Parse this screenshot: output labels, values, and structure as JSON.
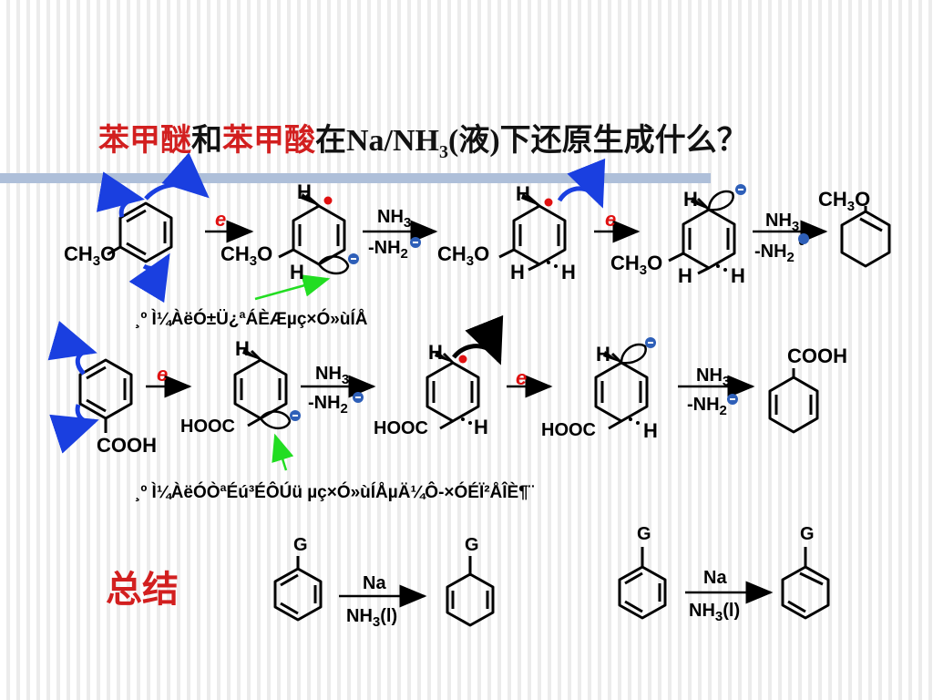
{
  "title": {
    "part1": "苯甲醚",
    "part2": "和",
    "part3": "苯甲酸",
    "part4": "在Na/NH",
    "part4_sub": "3",
    "part5": "(液)下还原生成什么？"
  },
  "labels": {
    "electron": "e",
    "h": "H",
    "ch3o": "CH",
    "ch3o_sub": "3",
    "ch3o_tail": "O",
    "nh3": "NH",
    "nh3_sub": "3",
    "nh2": "-NH",
    "nh2_sub": "2",
    "cooh": "COOH",
    "hooc": "HOOC",
    "g": "G",
    "na": "Na",
    "nh3l": "NH",
    "nh3l_sub": "3",
    "nh3l_tail": "(l)",
    "minus": "-"
  },
  "notes": {
    "row1": "¸º Ì¼ÀëÓ±Ü¿ªÁÈÆµç×Ó»ùÍÅ",
    "row2": "¸º Ì¼ÀëÓÒªÉú³ÉÔÚü µç×Ó»ùÍÅµÄ¼Ô-×ÓÉÏ²ÅÎÈ¶¨"
  },
  "summary": "总结",
  "colors": {
    "title_red": "#d21f1f",
    "arrow_blue": "#1a3fe0",
    "arrow_green": "#22dd22",
    "radical_red": "#e01010",
    "anion_blue": "#2e5fb8",
    "rule": "#aebfd9"
  }
}
